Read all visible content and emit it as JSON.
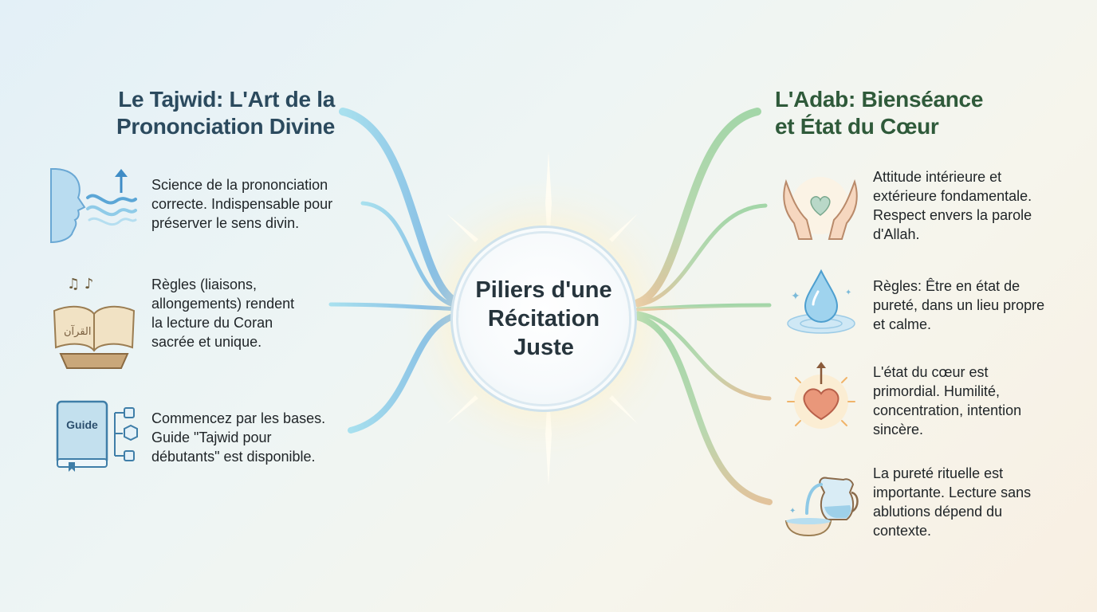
{
  "center": {
    "lines": [
      "Piliers d'une",
      "Récitation",
      "Juste"
    ]
  },
  "left": {
    "title_lines": [
      "Le Tajwid: L'Art de la",
      "Prononciation Divine"
    ],
    "items": [
      {
        "icon": "speaking-face-soundwave-icon",
        "lines": [
          "Science de la prononciation",
          "correcte. Indispensable pour",
          "préserver le sens divin."
        ]
      },
      {
        "icon": "quran-on-stand-icon",
        "book_label": "القرآن",
        "lines": [
          "Règles (liaisons,",
          "allongements) rendent",
          "la lecture du Coran",
          "sacrée et unique."
        ]
      },
      {
        "icon": "guide-book-icon",
        "book_label": "Guide",
        "lines": [
          "Commencez par les bases.",
          "Guide \"Tajwid pour",
          "débutants\" est disponible."
        ]
      }
    ]
  },
  "right": {
    "title_lines": [
      "L'Adab: Bienséance",
      "et État du Cœur"
    ],
    "items": [
      {
        "icon": "hands-holding-heart-icon",
        "lines": [
          "Attitude intérieure et",
          "extérieure fondamentale.",
          "Respect envers la parole",
          "d'Allah."
        ]
      },
      {
        "icon": "water-drop-icon",
        "lines": [
          "Règles: Être en état de",
          "pureté, dans un lieu propre",
          "et calme."
        ]
      },
      {
        "icon": "radiant-heart-icon",
        "lines": [
          "L'état du cœur est",
          "primordial. Humilité,",
          "concentration, intention",
          "sincère."
        ]
      },
      {
        "icon": "ablution-jug-basin-icon",
        "lines": [
          "La pureté rituelle est",
          "importante. Lecture sans",
          "ablutions dépend du",
          "contexte."
        ]
      }
    ]
  },
  "colors": {
    "left_title": "#2b4a5e",
    "right_title": "#2f5a3a",
    "left_branch": "#8fd0e8",
    "right_branch": "#a9d6b0",
    "right_branch_warm": "#d9c7a0"
  }
}
